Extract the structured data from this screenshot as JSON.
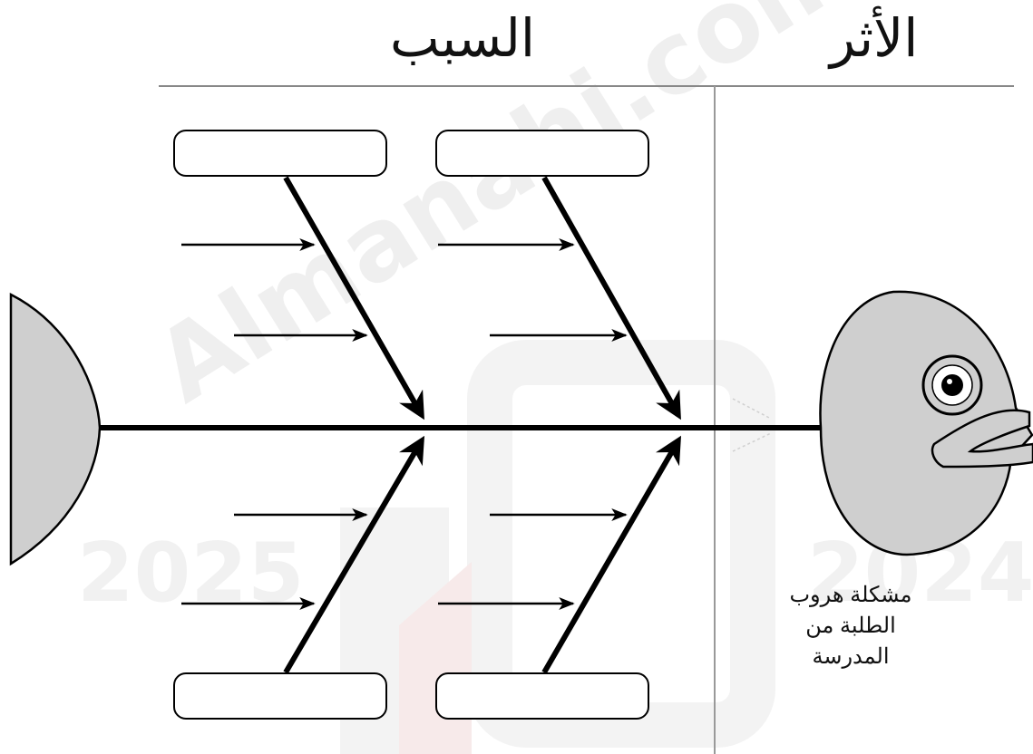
{
  "header": {
    "effect_label": "الأثر",
    "cause_label": "السبب"
  },
  "problem": {
    "lines": [
      "مشكلة هروب",
      "الطلبة من",
      "المدرسة"
    ]
  },
  "watermark": {
    "text": "Almanahj.com/om",
    "year_left": "2025",
    "year_right": "2024"
  },
  "colors": {
    "line": "#000000",
    "fin_fill": "#cfcfcf",
    "divider": "#999999",
    "watermark": "#ececec"
  },
  "cause_boxes": [
    "",
    "",
    "",
    ""
  ]
}
